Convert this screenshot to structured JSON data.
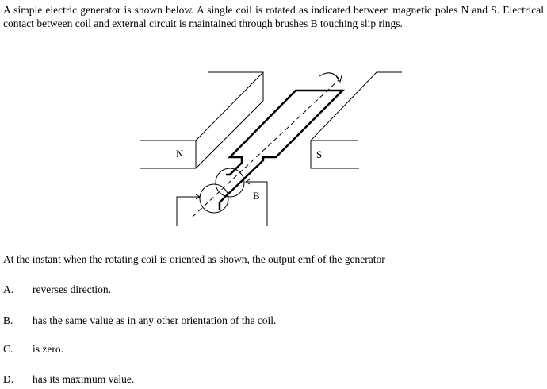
{
  "stem": "A simple electric generator is shown below.  A single coil is rotated as indicated between magnetic poles N and S.  Electrical contact between coil and external circuit is maintained through brushes B touching slip rings.",
  "diagram": {
    "north_label": "N",
    "south_label": "S",
    "brush_label": "B"
  },
  "question": "At the instant when the rotating coil is oriented as shown, the output emf of the generator",
  "options": [
    {
      "letter": "A.",
      "text": "reverses direction."
    },
    {
      "letter": "B.",
      "text": "has the same value as in any other orientation of the coil."
    },
    {
      "letter": "C.",
      "text": "is zero."
    },
    {
      "letter": "D.",
      "text": "has its maximum value."
    }
  ]
}
